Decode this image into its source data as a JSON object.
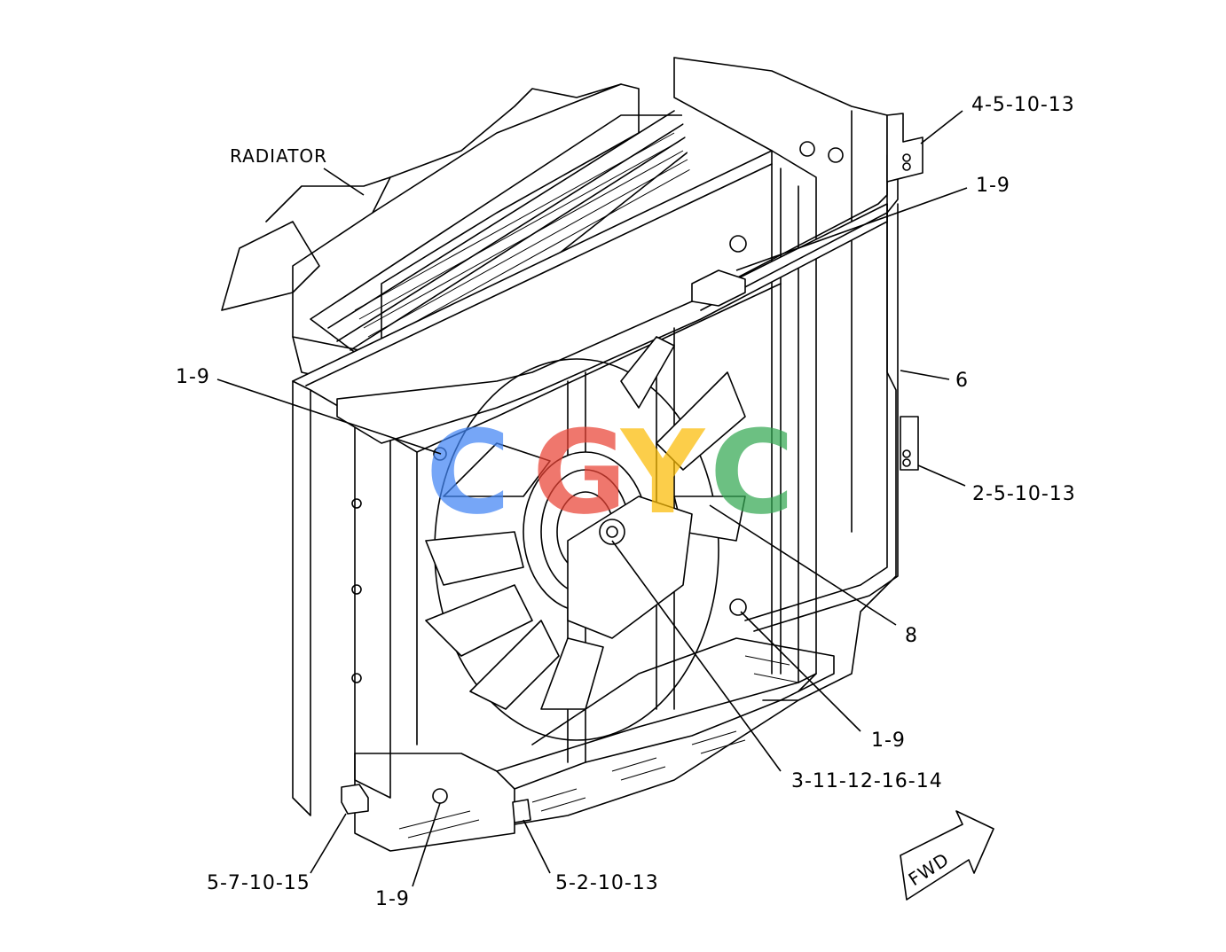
{
  "labels": {
    "radiator": "RADIATOR",
    "top_right_bracket": "4-5-10-13",
    "upper_rod_mount": "1-9",
    "left_rod_mount": "1-9",
    "tube": "6",
    "mid_right_bracket": "2-5-10-13",
    "fan": "8",
    "lower_rod_mount": "1-9",
    "hub_bolts": "3-11-12-16-14",
    "lower_left_bracket": "5-7-10-15",
    "bottom_rod_mount": "1-9",
    "bottom_bracket": "5-2-10-13",
    "direction": "FWD"
  },
  "watermark": {
    "letters": [
      "C",
      "G",
      "Y",
      "C"
    ],
    "colors": [
      "#4285F4",
      "#EA4335",
      "#FBBC05",
      "#34A853"
    ]
  }
}
